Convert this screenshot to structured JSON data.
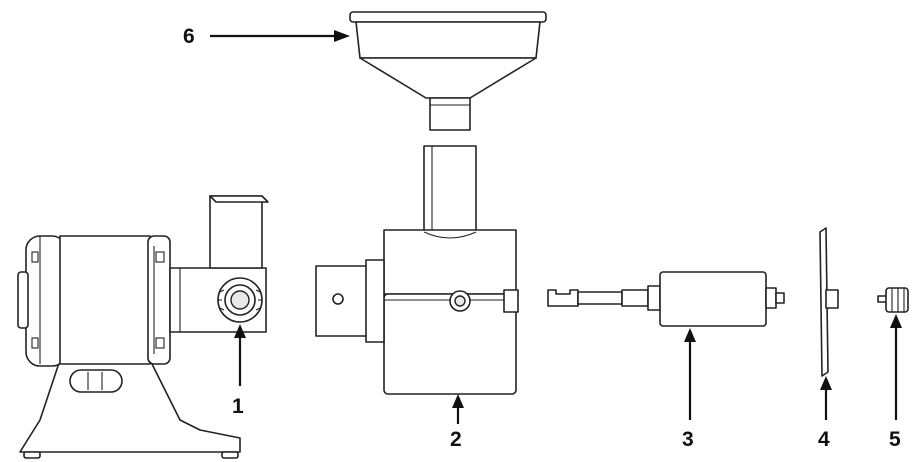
{
  "callouts": {
    "part_1": "1",
    "part_2": "2",
    "part_3": "3",
    "part_4": "4",
    "part_5": "5",
    "part_6": "6"
  },
  "icons": [
    "motor-unit-icon",
    "housing-icon",
    "screw-shaft-icon",
    "sieve-disc-icon",
    "knob-icon",
    "hopper-icon"
  ],
  "colors": {
    "line": "#222222",
    "fill": "#ffffff",
    "shade": "#e8e8e8"
  }
}
